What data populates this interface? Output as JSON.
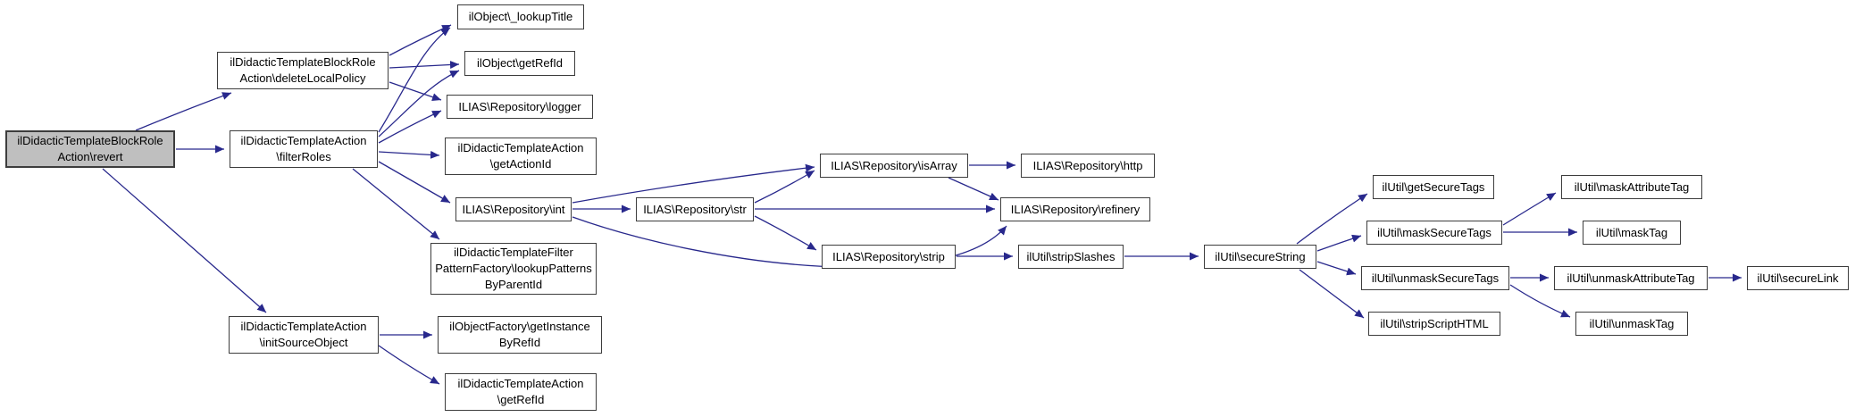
{
  "diagram": {
    "kind": "call-graph",
    "colors": {
      "background": "#ffffff",
      "edge": "#28288c",
      "node_border": "#3d3d3d",
      "node_fill": "#ffffff",
      "highlighted_node_fill": "#bfbfbf",
      "text": "#000000"
    }
  },
  "nodes": {
    "revert": {
      "lines": [
        "ilDidacticTemplateBlockRole",
        "Action\\revert"
      ],
      "highlighted": true
    },
    "deleteLocalPolicy": {
      "lines": [
        "ilDidacticTemplateBlockRole",
        "Action\\deleteLocalPolicy"
      ]
    },
    "filterRoles": {
      "lines": [
        "ilDidacticTemplateAction",
        "\\filterRoles"
      ]
    },
    "initSourceObject": {
      "lines": [
        "ilDidacticTemplateAction",
        "\\initSourceObject"
      ]
    },
    "lookupTitle": {
      "lines": [
        "ilObject\\_lookupTitle"
      ]
    },
    "objectGetRefId": {
      "lines": [
        "ilObject\\getRefId"
      ]
    },
    "repositoryLogger": {
      "lines": [
        "ILIAS\\Repository\\logger"
      ]
    },
    "getActionId": {
      "lines": [
        "ilDidacticTemplateAction",
        "\\getActionId"
      ]
    },
    "repositoryInt": {
      "lines": [
        "ILIAS\\Repository\\int"
      ]
    },
    "lookupPatternsByParentId": {
      "lines": [
        "ilDidacticTemplateFilter",
        "PatternFactory\\lookupPatterns",
        "ByParentId"
      ]
    },
    "getInstanceByRefId": {
      "lines": [
        "ilObjectFactory\\getInstance",
        "ByRefId"
      ]
    },
    "templateGetRefId": {
      "lines": [
        "ilDidacticTemplateAction",
        "\\getRefId"
      ]
    },
    "repositoryStr": {
      "lines": [
        "ILIAS\\Repository\\str"
      ]
    },
    "isArray": {
      "lines": [
        "ILIAS\\Repository\\isArray"
      ]
    },
    "repositoryStrip": {
      "lines": [
        "ILIAS\\Repository\\strip"
      ]
    },
    "repositoryHttp": {
      "lines": [
        "ILIAS\\Repository\\http"
      ]
    },
    "refinery": {
      "lines": [
        "ILIAS\\Repository\\refinery"
      ]
    },
    "stripSlashes": {
      "lines": [
        "ilUtil\\stripSlashes"
      ]
    },
    "secureString": {
      "lines": [
        "ilUtil\\secureString"
      ]
    },
    "getSecureTags": {
      "lines": [
        "ilUtil\\getSecureTags"
      ]
    },
    "maskSecureTags": {
      "lines": [
        "ilUtil\\maskSecureTags"
      ]
    },
    "unmaskSecureTags": {
      "lines": [
        "ilUtil\\unmaskSecureTags"
      ]
    },
    "stripScriptHTML": {
      "lines": [
        "ilUtil\\stripScriptHTML"
      ]
    },
    "maskAttributeTag": {
      "lines": [
        "ilUtil\\maskAttributeTag"
      ]
    },
    "maskTag": {
      "lines": [
        "ilUtil\\maskTag"
      ]
    },
    "unmaskAttributeTag": {
      "lines": [
        "ilUtil\\unmaskAttributeTag"
      ]
    },
    "unmaskTag": {
      "lines": [
        "ilUtil\\unmaskTag"
      ]
    },
    "secureLink": {
      "lines": [
        "ilUtil\\secureLink"
      ]
    }
  },
  "edges": [
    {
      "from": "revert",
      "to": "deleteLocalPolicy"
    },
    {
      "from": "revert",
      "to": "filterRoles"
    },
    {
      "from": "revert",
      "to": "initSourceObject"
    },
    {
      "from": "deleteLocalPolicy",
      "to": "lookupTitle"
    },
    {
      "from": "deleteLocalPolicy",
      "to": "objectGetRefId"
    },
    {
      "from": "deleteLocalPolicy",
      "to": "repositoryLogger"
    },
    {
      "from": "filterRoles",
      "to": "lookupTitle"
    },
    {
      "from": "filterRoles",
      "to": "objectGetRefId"
    },
    {
      "from": "filterRoles",
      "to": "repositoryLogger"
    },
    {
      "from": "filterRoles",
      "to": "getActionId"
    },
    {
      "from": "filterRoles",
      "to": "repositoryInt"
    },
    {
      "from": "filterRoles",
      "to": "lookupPatternsByParentId"
    },
    {
      "from": "repositoryInt",
      "to": "repositoryStr"
    },
    {
      "from": "repositoryInt",
      "to": "isArray"
    },
    {
      "from": "repositoryInt",
      "to": "refinery"
    },
    {
      "from": "repositoryStr",
      "to": "isArray"
    },
    {
      "from": "repositoryStr",
      "to": "refinery"
    },
    {
      "from": "repositoryStr",
      "to": "repositoryStrip"
    },
    {
      "from": "isArray",
      "to": "repositoryHttp"
    },
    {
      "from": "isArray",
      "to": "refinery"
    },
    {
      "from": "repositoryStrip",
      "to": "stripSlashes"
    },
    {
      "from": "stripSlashes",
      "to": "secureString"
    },
    {
      "from": "secureString",
      "to": "getSecureTags"
    },
    {
      "from": "secureString",
      "to": "maskSecureTags"
    },
    {
      "from": "secureString",
      "to": "unmaskSecureTags"
    },
    {
      "from": "secureString",
      "to": "stripScriptHTML"
    },
    {
      "from": "maskSecureTags",
      "to": "maskAttributeTag"
    },
    {
      "from": "maskSecureTags",
      "to": "maskTag"
    },
    {
      "from": "unmaskSecureTags",
      "to": "unmaskAttributeTag"
    },
    {
      "from": "unmaskSecureTags",
      "to": "unmaskTag"
    },
    {
      "from": "unmaskAttributeTag",
      "to": "secureLink"
    },
    {
      "from": "initSourceObject",
      "to": "getInstanceByRefId"
    },
    {
      "from": "initSourceObject",
      "to": "templateGetRefId"
    }
  ]
}
